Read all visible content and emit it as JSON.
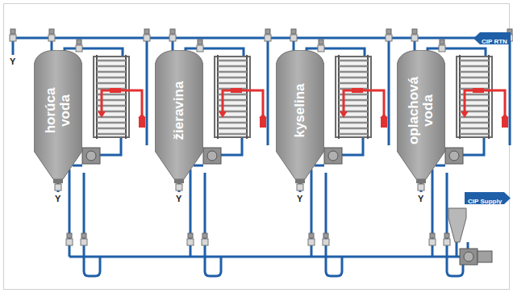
{
  "diagram": {
    "nodes": [
      {
        "text": [
          "horúca voda"
        ]
      },
      {
        "text": [
          "žieravina"
        ]
      },
      {
        "text": [
          "kyselina"
        ]
      },
      {
        "text": [
          "oplachová voda"
        ]
      },
      {
        "text": [
          "CIP RTN"
        ]
      },
      {
        "text": [
          "CIP Supply"
        ]
      }
    ],
    "labels": [
      "Y",
      "Y",
      "Y",
      "Y",
      "Y"
    ]
  }
}
